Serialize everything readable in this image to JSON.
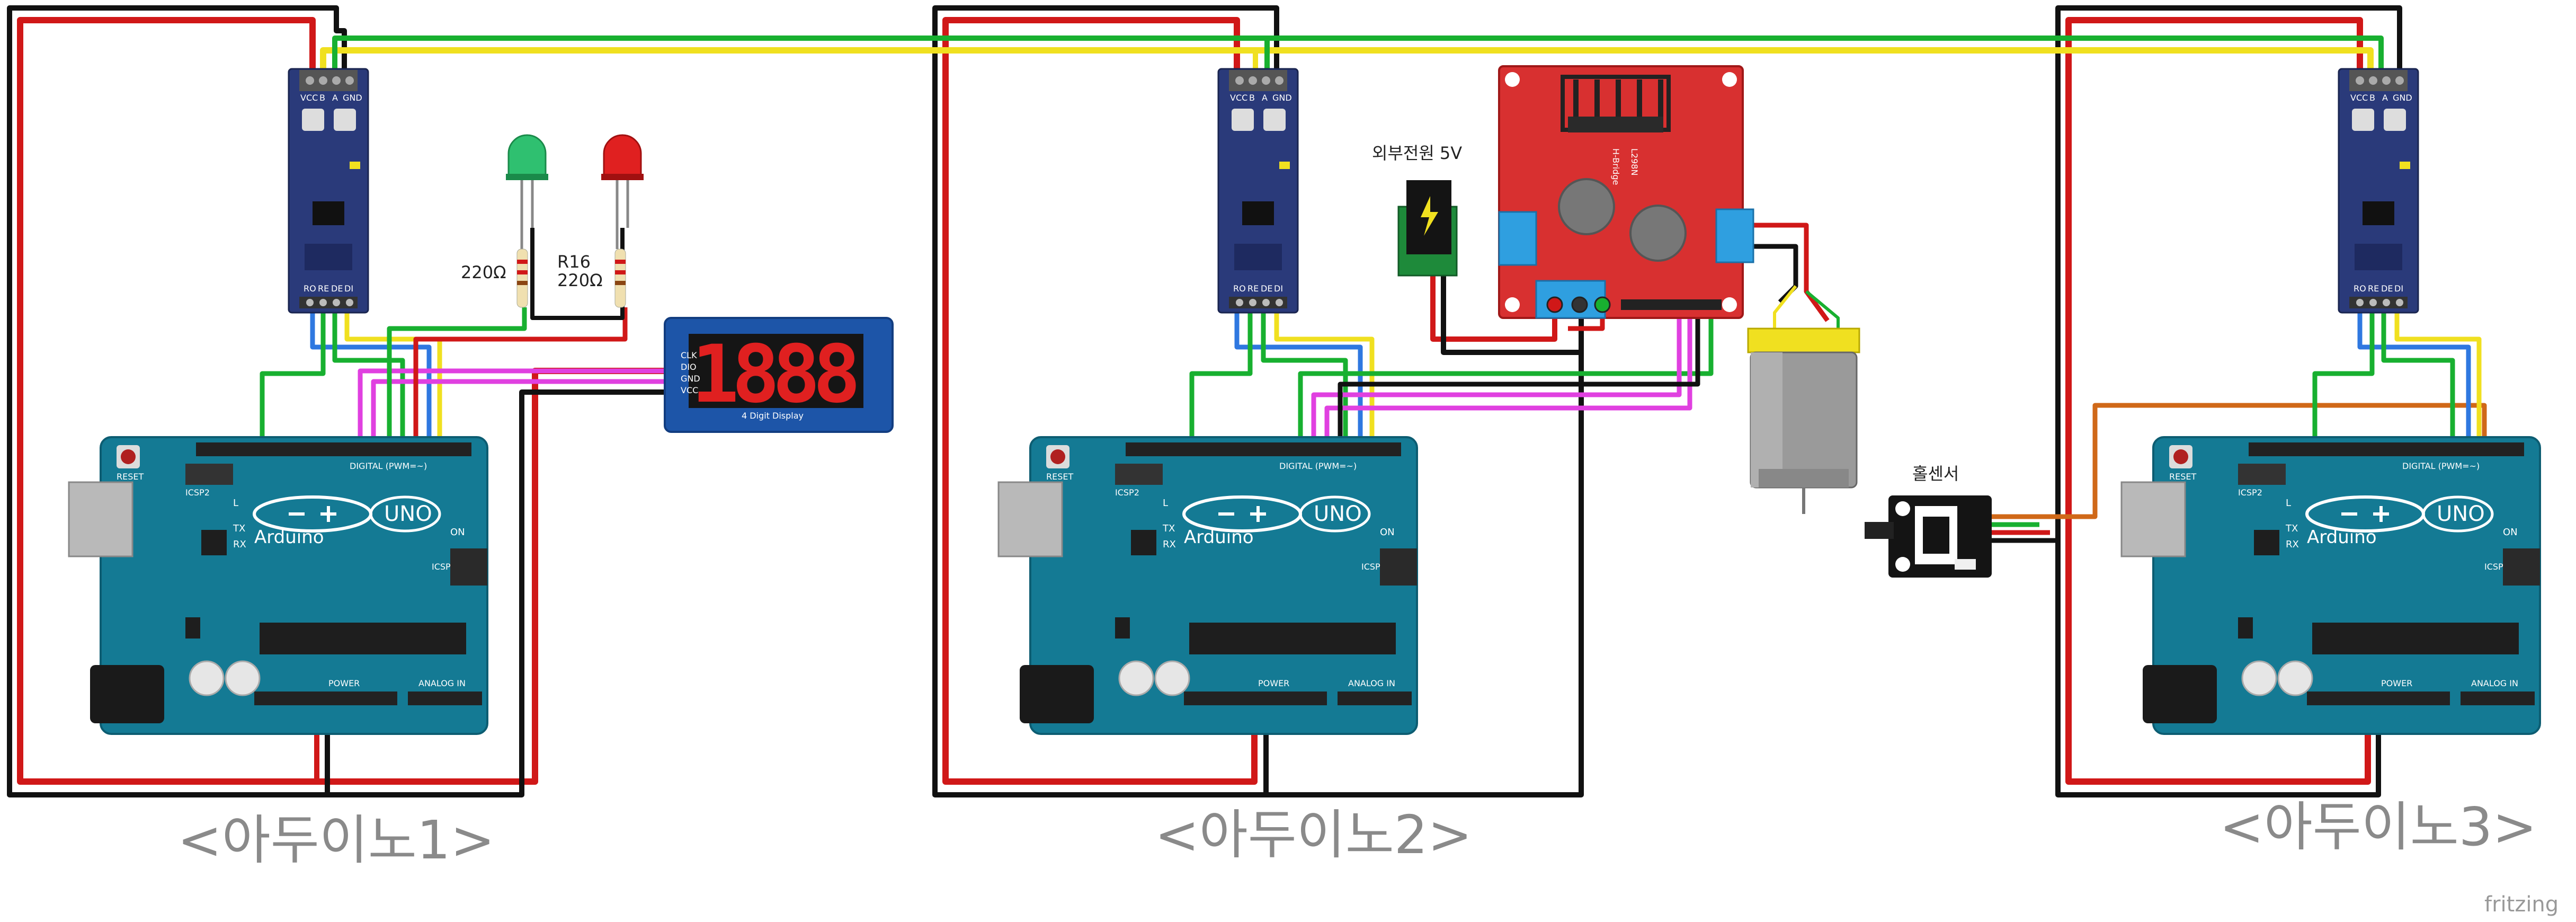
{
  "colors": {
    "arduino_board": "#147a94",
    "rs485_module": "#2a3a7a",
    "motor_driver": "#d83030",
    "display_panel": "#1d55a8",
    "wire_red": "#d01818",
    "wire_black": "#111111",
    "wire_yellow": "#f0e020",
    "wire_green": "#18b030",
    "wire_blue": "#2f78e0",
    "wire_magenta": "#e040e0",
    "wire_orange": "#d06818",
    "caption": "#8a8a8a"
  },
  "captions": {
    "arduino1": "<아두이노1>",
    "arduino2": "<아두이노2>",
    "arduino3": "<아두이노3>"
  },
  "labels": {
    "resistor_green": "220Ω",
    "resistor_red_name": "R16",
    "resistor_red_value": "220Ω",
    "external_power": "외부전원 5V",
    "hall_sensor": "홀센서",
    "display_digits": "1888",
    "display_title": "4 Digit Display",
    "display_pins": [
      "CLK",
      "DIO",
      "GND",
      "VCC"
    ],
    "motor_driver_title": "L298N",
    "motor_driver_subtitle": "H-Bridge",
    "watermark": "fritzing"
  },
  "rs485": {
    "top_pins": [
      "VCC",
      "B",
      "A",
      "GND"
    ],
    "bottom_pins": [
      "RO",
      "RE",
      "DE",
      "DI"
    ]
  },
  "arduino": {
    "brand": "Arduino",
    "model": "UNO",
    "reset": "RESET",
    "icsp2": "ICSP2",
    "icsp": "ICSP",
    "on": "ON",
    "digital": "DIGITAL (PWM=~)",
    "power": "POWER",
    "analog": "ANALOG IN",
    "tx": "TX",
    "rx": "RX",
    "l": "L"
  }
}
